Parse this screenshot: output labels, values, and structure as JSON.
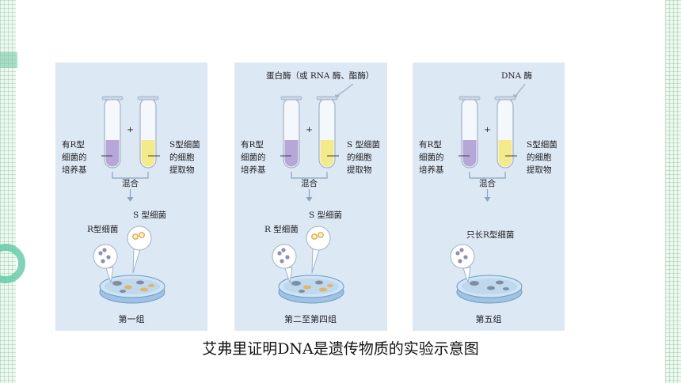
{
  "colors": {
    "panel_bg": "#dde8f5",
    "tube_purple": "#b7a7d9",
    "tube_yellow": "#f5ea8a",
    "dish_spot_r": "#7e8fa2",
    "dish_spot_s": "#e2b565",
    "accent_green": "#5fc8a6"
  },
  "panels": [
    {
      "tube_left_label": [
        "有R型",
        "细菌的",
        "培养基"
      ],
      "tube_right_label": [
        "S型细菌",
        "的细胞",
        "提取物"
      ],
      "plus": "+",
      "mix_label": "混合",
      "s_bacteria_label": "S 型细菌",
      "r_bacteria_label": "R型细菌",
      "group_label": "第一组"
    },
    {
      "enzyme_label": "蛋白酶（或 RNA 酶、酯酶）",
      "tube_left_label": [
        "有R型",
        "细菌的",
        "培养基"
      ],
      "tube_right_label": [
        "S 型细菌",
        "的细胞",
        "提取物"
      ],
      "plus": "+",
      "mix_label": "混合",
      "s_bacteria_label": "S 型细菌",
      "r_bacteria_label": "R 型细菌",
      "group_label": "第二至第四组"
    },
    {
      "enzyme_label": "DNA 酶",
      "tube_left_label": [
        "有R型",
        "细菌的",
        "培养基"
      ],
      "tube_right_label": [
        "S型细菌",
        "的细胞",
        "提取物"
      ],
      "plus": "+",
      "mix_label": "混合",
      "result_label": "只长R型细菌",
      "group_label": "第五组"
    }
  ],
  "caption": "艾弗里证明DNA是遗传物质的实验示意图"
}
